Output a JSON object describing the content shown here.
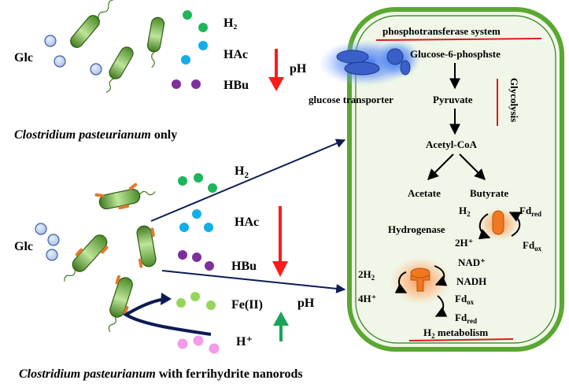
{
  "top_panel": {
    "glc": "Glc",
    "h2": "H₂",
    "hac": "HAc",
    "hbu": "HBu",
    "ph": "pH",
    "caption_species": "Clostridium pasteurianum",
    "caption_rest": " only"
  },
  "bottom_panel": {
    "glc": "Glc",
    "h2_main": "H",
    "h2_sub": "2",
    "hac": "HAc",
    "hbu": "HBu",
    "fe": "Fe(II)",
    "hplus": "H⁺",
    "ph": "pH",
    "caption_species": "Clostridium pasteurianum",
    "caption_rest": " with ferrihydrite nanorods"
  },
  "cell": {
    "pts": "phosphotransferase system",
    "g6p": "Glucose-6-phosphste",
    "transporter": "glucose transporter",
    "pyruvate": "Pyruvate",
    "glycolysis": "Glycolysis",
    "acetylcoa": "Acetyl-CoA",
    "acetate": "Acetate",
    "butyrate": "Butyrate",
    "hydrogenase": "Hydrogenase",
    "h2_main": "H",
    "h2_sub": "2",
    "h2plus": "2H⁺",
    "fd": "Fd",
    "red": "red",
    "ox": "ox",
    "nadplus": "NAD⁺",
    "nadh": "NADH",
    "two_h2_main": "2H",
    "two_h2_sub": "2",
    "four_hplus": "4H⁺",
    "fd_ox_main": "Fd",
    "fd_ox_sub": "ox",
    "fd_red_main": "Fd",
    "fd_red_sub": "red",
    "h2_metab_main": "H",
    "h2_metab_sub": "2",
    "h2_metab_rest": " metabolism"
  },
  "colors": {
    "cell_border": "#5aa832",
    "cell_fill": "#f0f7e8",
    "arrow_dark": "#0d1b55",
    "ph_down": "#ff1a1a",
    "ph_up": "#1aa35a",
    "h2_dot": "#1fb55a",
    "hac_dot": "#12aee8",
    "hbu_dot": "#7d2f9e",
    "fe_dot": "#95d65a",
    "hplus_dot": "#f59ae8",
    "glc_dot": "#b9cbec",
    "nanorod": "#e07a2e"
  }
}
